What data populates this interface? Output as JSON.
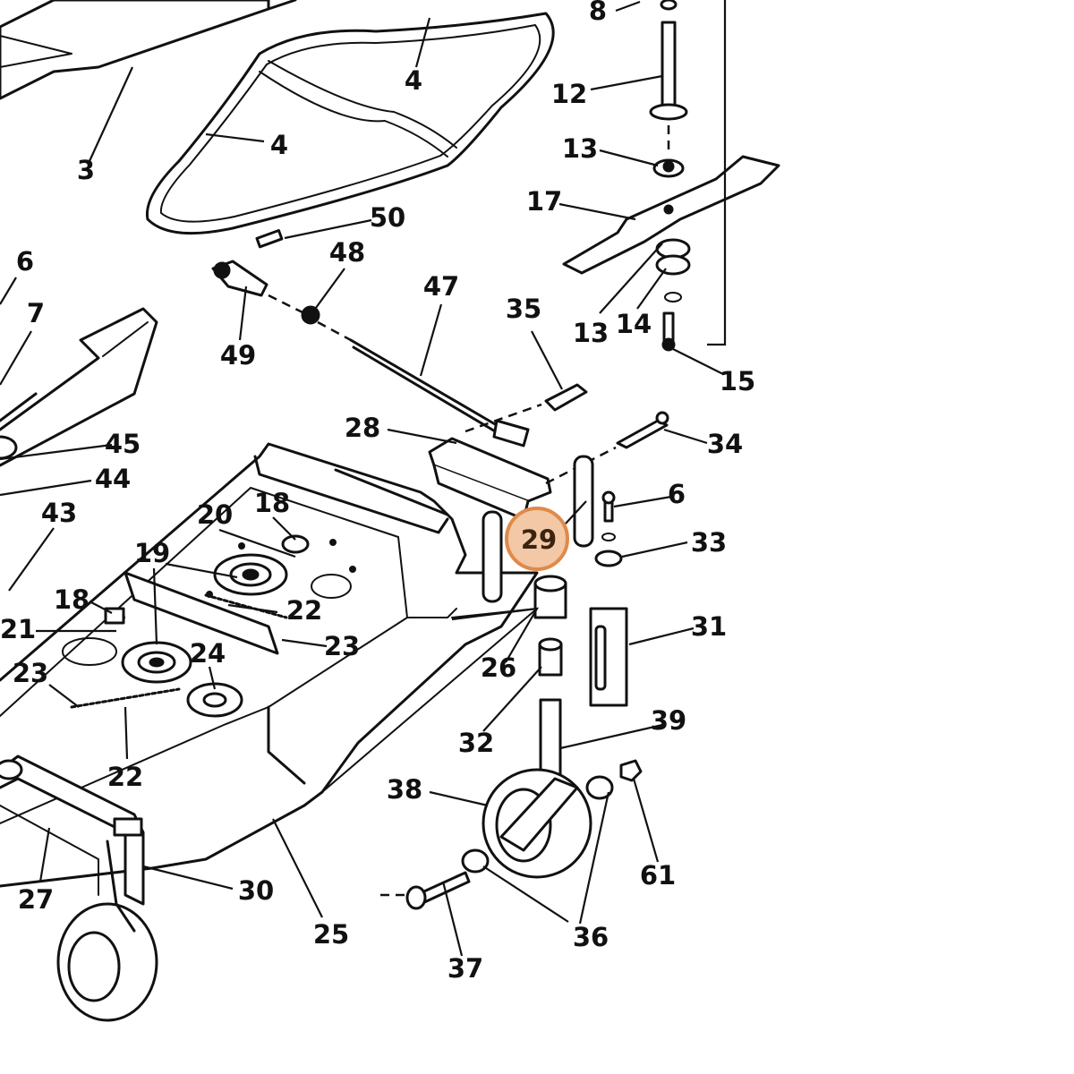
{
  "diagram": {
    "kind": "exploded parts diagram",
    "highlight": {
      "label": "29",
      "color": "#e08a4a",
      "fill": "#f2c8a6"
    },
    "callouts": [
      "8",
      "4",
      "4",
      "3",
      "12",
      "13",
      "17",
      "50",
      "48",
      "6",
      "7",
      "49",
      "47",
      "35",
      "13",
      "14",
      "15",
      "28",
      "34",
      "45",
      "44",
      "43",
      "18",
      "20",
      "6",
      "33",
      "19",
      "18",
      "22",
      "21",
      "24",
      "23",
      "23",
      "31",
      "26",
      "32",
      "22",
      "39",
      "38",
      "61",
      "27",
      "30",
      "25",
      "36",
      "37",
      "29"
    ]
  }
}
